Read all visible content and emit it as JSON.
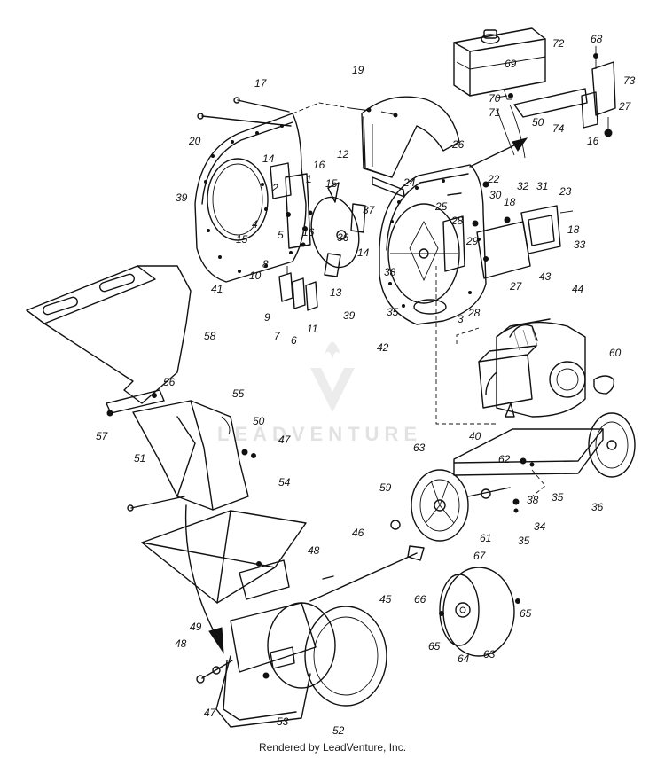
{
  "watermark": {
    "text": "LEADVENTURE"
  },
  "footer": {
    "text": "Rendered by LeadVenture, Inc."
  },
  "callouts": [
    {
      "id": "c72",
      "text": "72"
    },
    {
      "id": "c68",
      "text": "68"
    },
    {
      "id": "c69",
      "text": "69"
    },
    {
      "id": "c73",
      "text": "73"
    },
    {
      "id": "c70",
      "text": "70"
    },
    {
      "id": "c71",
      "text": "71"
    },
    {
      "id": "c27a",
      "text": "27"
    },
    {
      "id": "c74",
      "text": "74"
    },
    {
      "id": "c50a",
      "text": "50"
    },
    {
      "id": "c16a",
      "text": "16"
    },
    {
      "id": "c17",
      "text": "17"
    },
    {
      "id": "c19",
      "text": "19"
    },
    {
      "id": "c20",
      "text": "20"
    },
    {
      "id": "c26",
      "text": "26"
    },
    {
      "id": "c14a",
      "text": "14"
    },
    {
      "id": "c16b",
      "text": "16"
    },
    {
      "id": "c12",
      "text": "12"
    },
    {
      "id": "c22",
      "text": "22"
    },
    {
      "id": "c30",
      "text": "30"
    },
    {
      "id": "c2",
      "text": "2"
    },
    {
      "id": "c1",
      "text": "1"
    },
    {
      "id": "c15a",
      "text": "15"
    },
    {
      "id": "c24",
      "text": "24"
    },
    {
      "id": "c32",
      "text": "32"
    },
    {
      "id": "c31",
      "text": "31"
    },
    {
      "id": "c23",
      "text": "23"
    },
    {
      "id": "c39a",
      "text": "39"
    },
    {
      "id": "c4",
      "text": "4"
    },
    {
      "id": "c25",
      "text": "25"
    },
    {
      "id": "c37",
      "text": "37"
    },
    {
      "id": "c18a",
      "text": "18"
    },
    {
      "id": "c18b",
      "text": "18"
    },
    {
      "id": "c28a",
      "text": "28"
    },
    {
      "id": "c15b",
      "text": "15"
    },
    {
      "id": "c5",
      "text": "5"
    },
    {
      "id": "c16c",
      "text": "16"
    },
    {
      "id": "c36",
      "text": "36"
    },
    {
      "id": "c29",
      "text": "29"
    },
    {
      "id": "c33",
      "text": "33"
    },
    {
      "id": "c8",
      "text": "8"
    },
    {
      "id": "c14b",
      "text": "14"
    },
    {
      "id": "c10",
      "text": "10"
    },
    {
      "id": "c38a",
      "text": "38"
    },
    {
      "id": "c27b",
      "text": "27"
    },
    {
      "id": "c41",
      "text": "41"
    },
    {
      "id": "c13",
      "text": "13"
    },
    {
      "id": "c28b",
      "text": "28"
    },
    {
      "id": "c43",
      "text": "43"
    },
    {
      "id": "c44",
      "text": "44"
    },
    {
      "id": "c9",
      "text": "9"
    },
    {
      "id": "c7",
      "text": "7"
    },
    {
      "id": "c6",
      "text": "6"
    },
    {
      "id": "c11",
      "text": "11"
    },
    {
      "id": "c39b",
      "text": "39"
    },
    {
      "id": "c35a",
      "text": "35"
    },
    {
      "id": "c3",
      "text": "3"
    },
    {
      "id": "c42",
      "text": "42"
    },
    {
      "id": "c58",
      "text": "58"
    },
    {
      "id": "c60",
      "text": "60"
    },
    {
      "id": "c56",
      "text": "56"
    },
    {
      "id": "c55",
      "text": "55"
    },
    {
      "id": "c57",
      "text": "57"
    },
    {
      "id": "c50b",
      "text": "50"
    },
    {
      "id": "c47a",
      "text": "47"
    },
    {
      "id": "c40",
      "text": "40"
    },
    {
      "id": "c63a",
      "text": "63"
    },
    {
      "id": "c62",
      "text": "62"
    },
    {
      "id": "c51",
      "text": "51"
    },
    {
      "id": "c54",
      "text": "54"
    },
    {
      "id": "c38b",
      "text": "38"
    },
    {
      "id": "c35b",
      "text": "35"
    },
    {
      "id": "c36b",
      "text": "36"
    },
    {
      "id": "c59",
      "text": "59"
    },
    {
      "id": "c34",
      "text": "34"
    },
    {
      "id": "c35c",
      "text": "35"
    },
    {
      "id": "c61",
      "text": "61"
    },
    {
      "id": "c46",
      "text": "46"
    },
    {
      "id": "c48a",
      "text": "48"
    },
    {
      "id": "c67",
      "text": "67"
    },
    {
      "id": "c45",
      "text": "45"
    },
    {
      "id": "c66",
      "text": "66"
    },
    {
      "id": "c65a",
      "text": "65"
    },
    {
      "id": "c65b",
      "text": "65"
    },
    {
      "id": "c49",
      "text": "49"
    },
    {
      "id": "c48b",
      "text": "48"
    },
    {
      "id": "c64",
      "text": "64"
    },
    {
      "id": "c63b",
      "text": "63"
    },
    {
      "id": "c47b",
      "text": "47"
    },
    {
      "id": "c53",
      "text": "53"
    },
    {
      "id": "c52",
      "text": "52"
    }
  ]
}
